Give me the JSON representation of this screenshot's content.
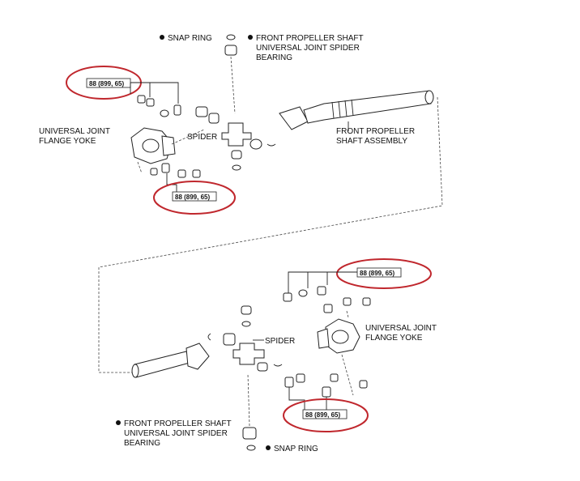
{
  "labels": {
    "snap_ring_top": "SNAP RING",
    "spider_bearing_top": [
      "FRONT PROPELLER SHAFT",
      "UNIVERSAL JOINT SPIDER",
      "BEARING"
    ],
    "flange_yoke_top": [
      "UNIVERSAL JOINT",
      "FLANGE YOKE"
    ],
    "spider_top": "SPIDER",
    "shaft_assembly": [
      "FRONT PROPELLER",
      "SHAFT ASSEMBLY"
    ],
    "flange_yoke_bottom": [
      "UNIVERSAL JOINT",
      "FLANGE YOKE"
    ],
    "spider_bottom": "SPIDER",
    "spider_bearing_bottom": [
      "FRONT PROPELLER SHAFT",
      "UNIVERSAL JOINT SPIDER",
      "BEARING"
    ],
    "snap_ring_bottom": "SNAP RING"
  },
  "torque_specs": [
    "88 (899, 65)",
    "88 (899, 65)",
    "88 (899, 65)",
    "88 (899, 65)"
  ],
  "colors": {
    "highlight": "#c0272d",
    "linework": "#222222",
    "background": "#ffffff"
  }
}
